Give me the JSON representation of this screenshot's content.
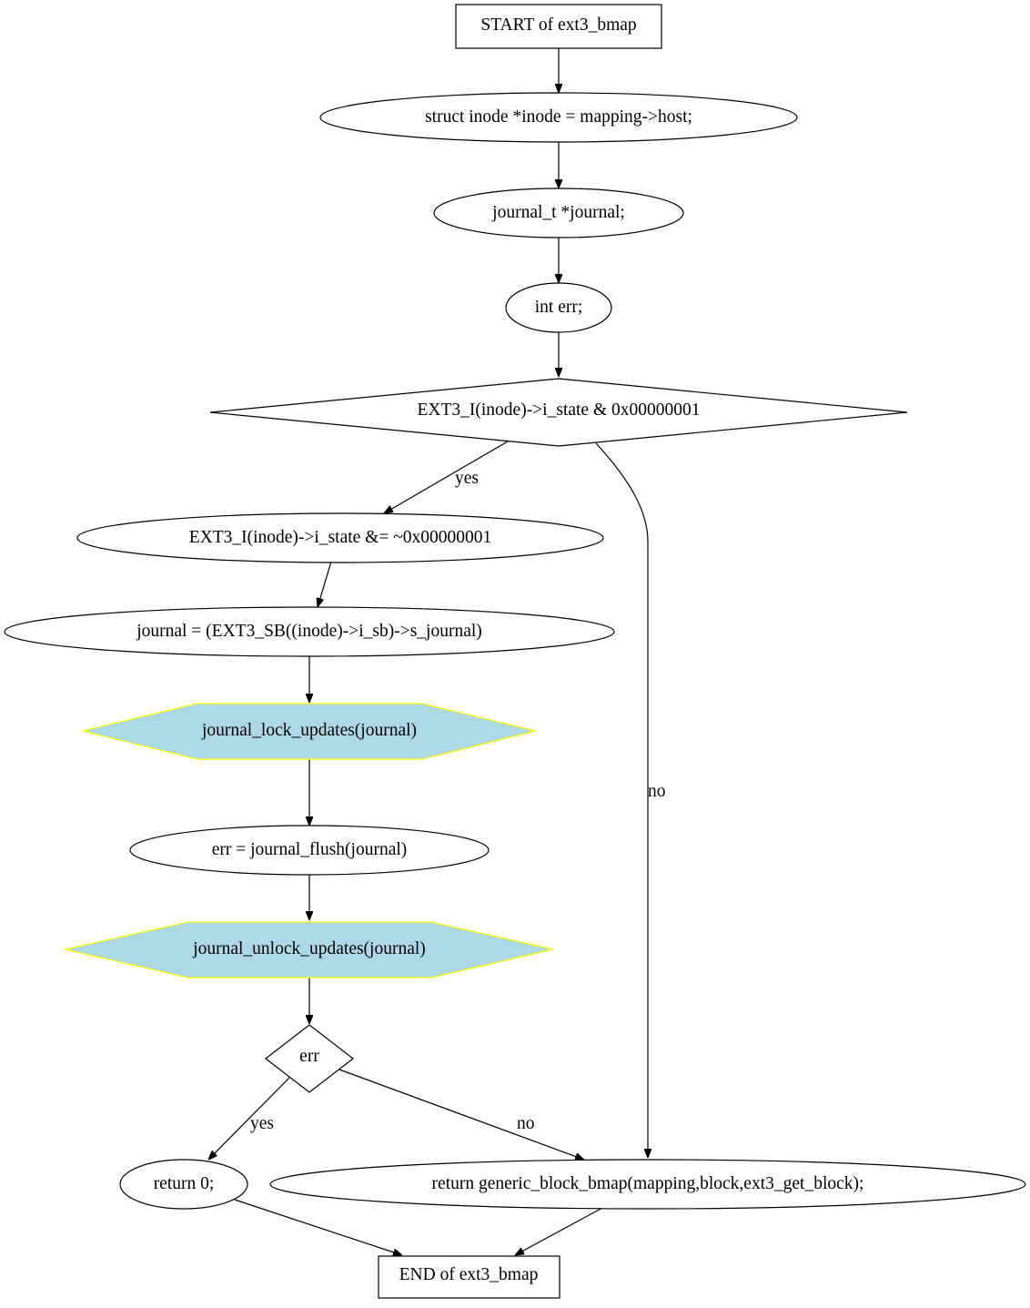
{
  "colors": {
    "background": "#ffffff",
    "stroke": "#000000",
    "highlight_fill": "#add8e6",
    "highlight_stroke": "#ffff00"
  },
  "nodes": {
    "start": "START of ext3_bmap",
    "inode_decl": "struct inode *inode = mapping->host;",
    "journal_decl": "journal_t *journal;",
    "err_decl": "int err;",
    "state_check": "EXT3_I(inode)->i_state & 0x00000001",
    "state_clear": "EXT3_I(inode)->i_state &= ~0x00000001",
    "journal_assign": "journal = (EXT3_SB((inode)->i_sb)->s_journal)",
    "lock_updates": "journal_lock_updates(journal)",
    "flush": "err = journal_flush(journal)",
    "unlock_updates": "journal_unlock_updates(journal)",
    "err_check": "err",
    "return_zero": "return 0;",
    "return_bmap": "return generic_block_bmap(mapping,block,ext3_get_block);",
    "end": "END of ext3_bmap"
  },
  "edge_labels": {
    "state_yes": "yes",
    "state_no": "no",
    "err_yes": "yes",
    "err_no": "no"
  }
}
